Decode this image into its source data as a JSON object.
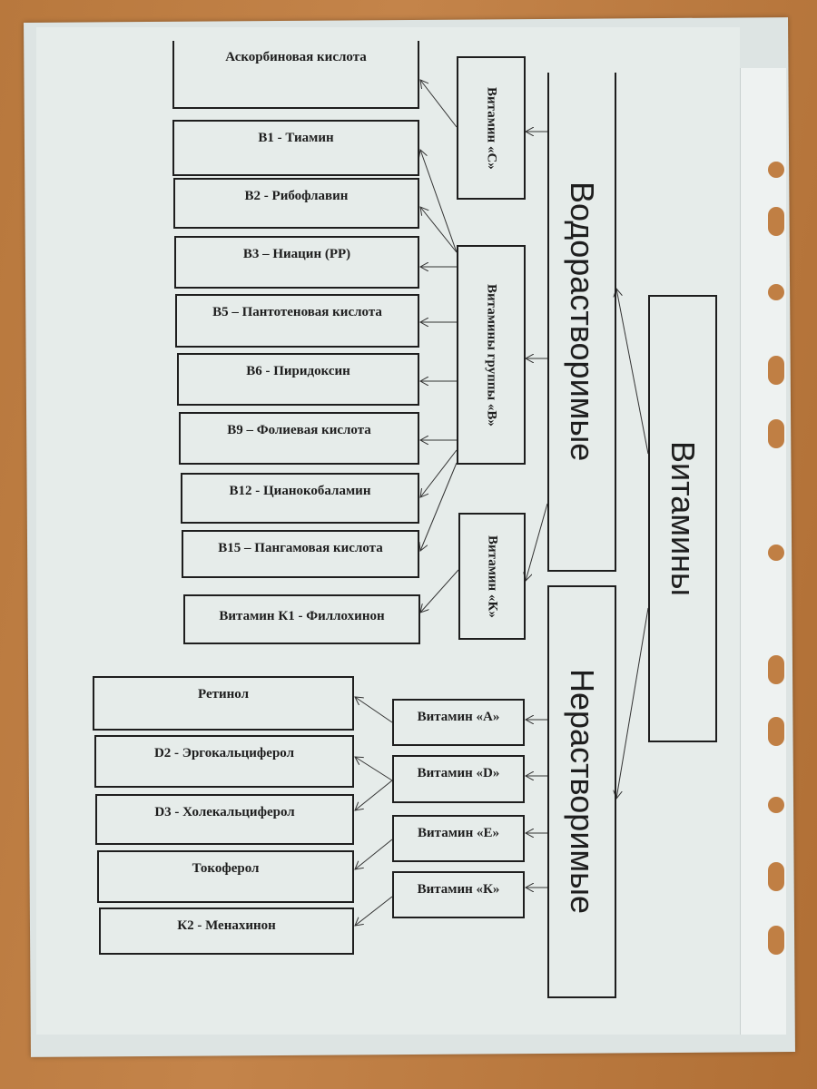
{
  "title": "Витамины",
  "groups": {
    "water": "Водорастворимые",
    "fat": "Нерастворимые"
  },
  "water_vitamins": {
    "c": {
      "label": "Витамин «С»",
      "items": [
        "Аскорбиновая кислота"
      ]
    },
    "b": {
      "label": "Витамины группы «В»",
      "items": [
        "В1 - Тиамин",
        "В2 - Рибофлавин",
        "В3 – Ниацин (РР)",
        "В5 – Пантотеновая кислота",
        "В6 - Пиридоксин",
        "В9 – Фолиевая кислота",
        "В12 - Цианокобаламин",
        "В15 – Пангамовая кислота"
      ]
    },
    "k": {
      "label": "Витамин «К»",
      "items": [
        "Витамин К1 - Филлохинон"
      ]
    }
  },
  "fat_vitamins": {
    "a": {
      "label": "Витамин «А»",
      "items": [
        "Ретинол"
      ]
    },
    "d": {
      "label": "Витамин «D»",
      "items": [
        "D2 - Эргокальциферол",
        "D3 - Холекальциферол"
      ]
    },
    "e": {
      "label": "Витамин «Е»",
      "items": [
        "Токоферол"
      ]
    },
    "k": {
      "label": "Витамин «К»",
      "items": [
        "К2 - Менахинон"
      ]
    }
  }
}
